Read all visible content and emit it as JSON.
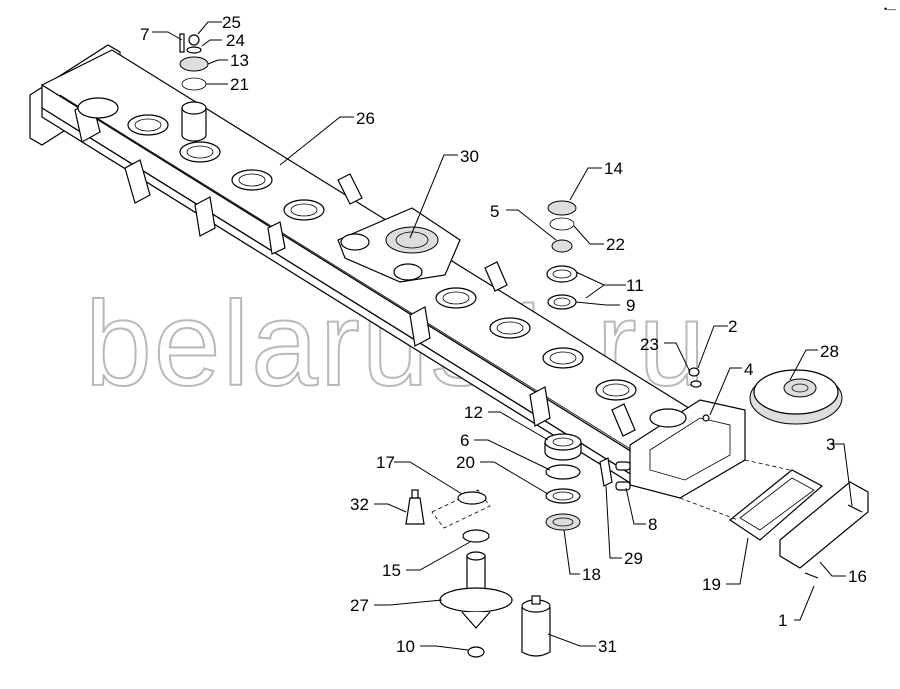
{
  "watermark": "belarus1.ru",
  "corner_mark": "•—",
  "callouts": {
    "c1": "1",
    "c2": "2",
    "c3": "3",
    "c4": "4",
    "c5": "5",
    "c6": "6",
    "c7": "7",
    "c8": "8",
    "c9": "9",
    "c10": "10",
    "c11": "11",
    "c12": "12",
    "c13": "13",
    "c14": "14",
    "c15": "15",
    "c16": "16",
    "c17": "17",
    "c18": "18",
    "c19": "19",
    "c20": "20",
    "c21": "21",
    "c22": "22",
    "c23": "23",
    "c24": "24",
    "c25": "25",
    "c26": "26",
    "c27": "27",
    "c28": "28",
    "c29": "29",
    "c30": "30",
    "c31": "31",
    "c32": "32"
  }
}
